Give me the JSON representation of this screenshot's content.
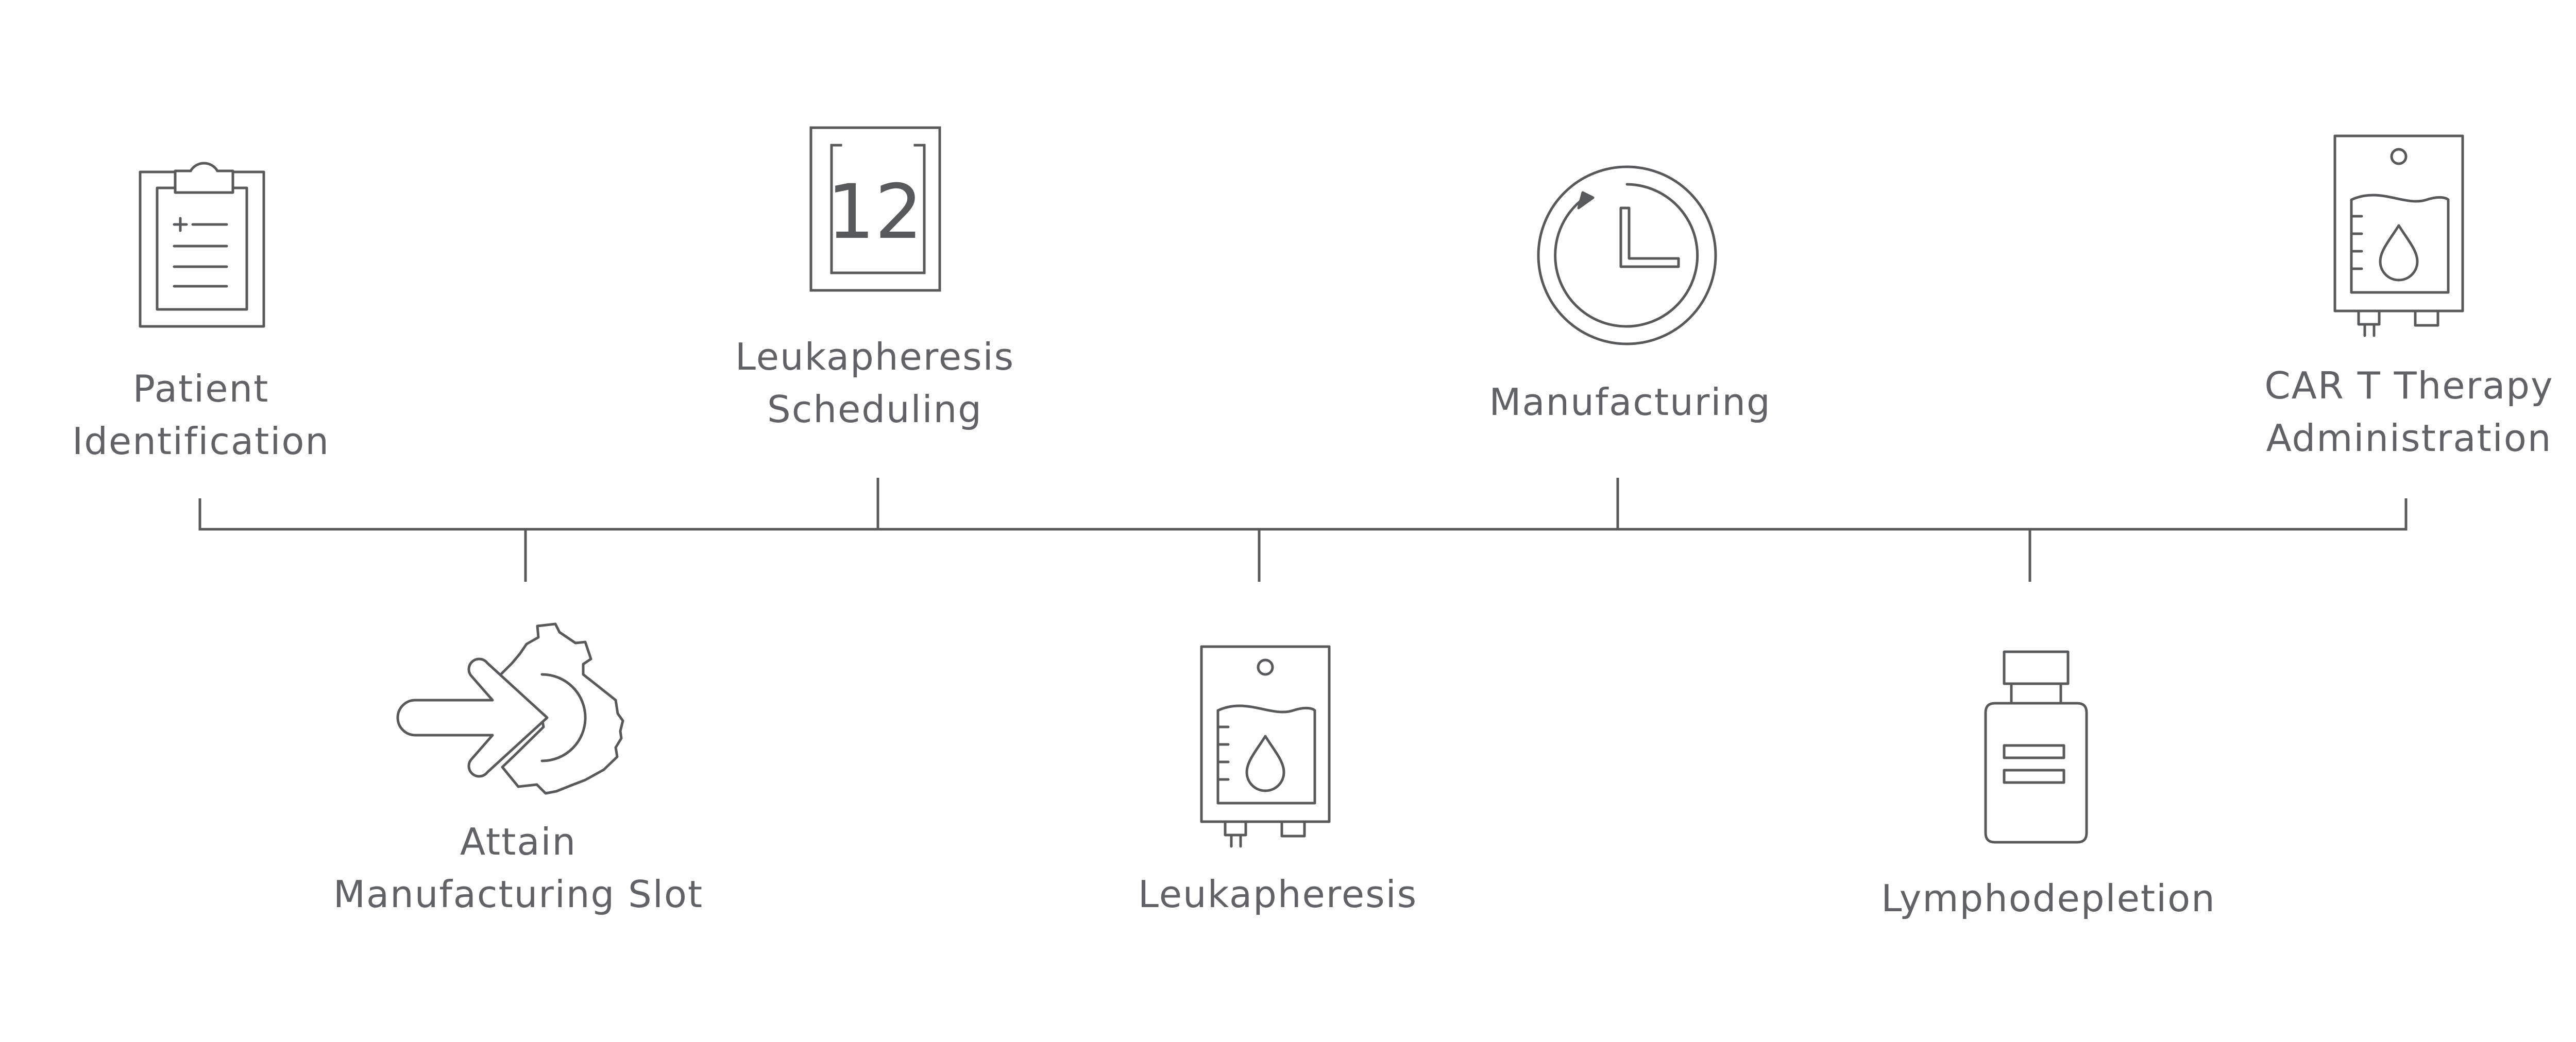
{
  "colors": {
    "line": "#58595b",
    "icon": "#58595b",
    "text": "#616265",
    "background": "#ffffff"
  },
  "steps": [
    {
      "id": "patient-identification",
      "order": 1,
      "lines": [
        "Patient",
        "Identification"
      ],
      "icon": "clipboard-icon"
    },
    {
      "id": "attain-manufacturing-slot",
      "order": 2,
      "lines": [
        "Attain",
        "Manufacturing Slot"
      ],
      "icon": "arrow-gear-icon"
    },
    {
      "id": "leukapheresis-scheduling",
      "order": 3,
      "lines": [
        "Leukapheresis",
        "Scheduling"
      ],
      "icon": "calendar-12-icon",
      "icon_text": "12"
    },
    {
      "id": "leukapheresis",
      "order": 4,
      "lines": [
        "Leukapheresis"
      ],
      "icon": "blood-bag-icon"
    },
    {
      "id": "manufacturing",
      "order": 5,
      "lines": [
        "Manufacturing"
      ],
      "icon": "clock-icon"
    },
    {
      "id": "lymphodepletion",
      "order": 6,
      "lines": [
        "Lymphodepletion"
      ],
      "icon": "medicine-vial-icon"
    },
    {
      "id": "car-t-therapy-administration",
      "order": 7,
      "lines": [
        "CAR T Therapy",
        "Administration"
      ],
      "icon": "infusion-bag-icon"
    }
  ]
}
